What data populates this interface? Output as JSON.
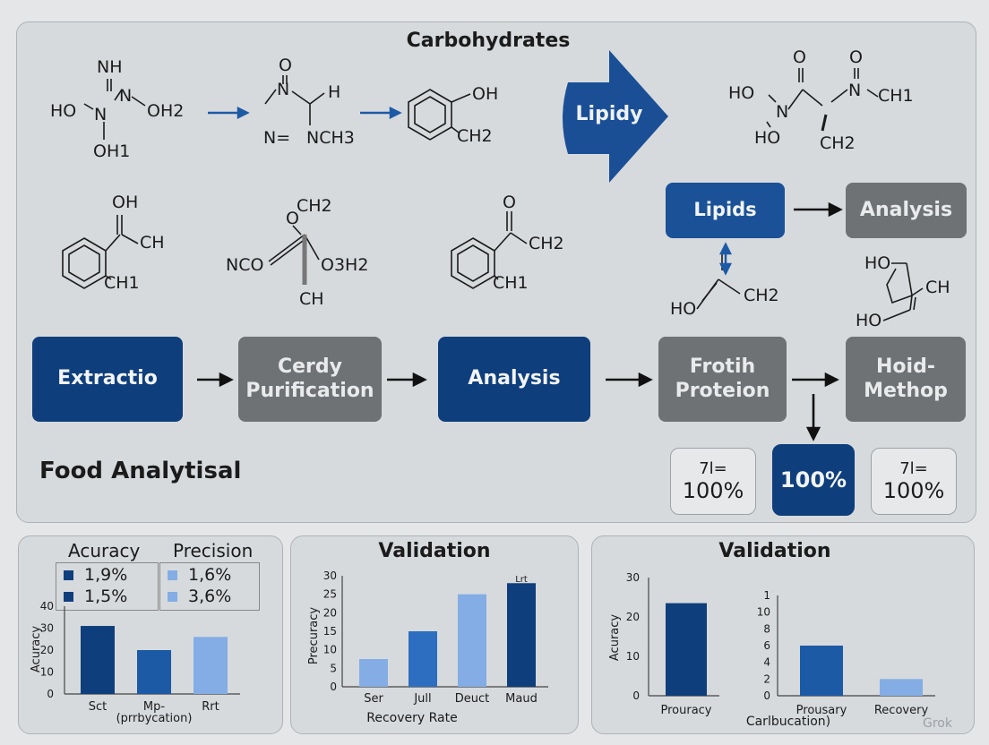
{
  "main": {
    "title": "Carbohydrates",
    "arrow_label": "Lipidy",
    "footer_title": "Food Analytisal",
    "molecules": {
      "m1": [
        "NH",
        "N",
        "HO",
        "N",
        "OH2",
        "OH1"
      ],
      "m2": [
        "O",
        "N",
        "H",
        "N=",
        "NCH3"
      ],
      "m3": [
        "OH",
        "CH2"
      ],
      "m4": [
        "HO",
        "O",
        "N",
        "O",
        "N",
        "CH1",
        "HO",
        "CH2"
      ],
      "m5": [
        "OH",
        "CH",
        "CH1"
      ],
      "m6": [
        "CH2",
        "O",
        "NCO",
        "O3H2",
        "CH"
      ],
      "m7": [
        "O",
        "CH2",
        "CH1"
      ],
      "m8": [
        "HO",
        "CH2"
      ],
      "m9": [
        "HO",
        "CH",
        "HO"
      ]
    },
    "lipids_box": "Lipids",
    "analysis_box_top": "Analysis",
    "flow": [
      {
        "line1": "Extractio",
        "line2": ""
      },
      {
        "line1": "Cerdy",
        "line2": "Purification"
      },
      {
        "line1": "Analysis",
        "line2": ""
      },
      {
        "line1": "Frotih",
        "line2": "Proteion"
      },
      {
        "line1": "Hoid-",
        "line2": "Methop"
      }
    ],
    "percent_boxes": [
      {
        "small": "7l=",
        "big": "100%"
      },
      {
        "small": "",
        "big": "100%"
      },
      {
        "small": "7l=",
        "big": "100%"
      }
    ]
  },
  "chart_data": [
    {
      "type": "bar",
      "title": "",
      "ylabel": "Acuracy",
      "xlabel": "",
      "ylim": [
        0,
        40
      ],
      "yticks": [
        "0",
        "10",
        "20",
        "30",
        "40"
      ],
      "categories": [
        "Sct",
        "Mp-\n(prrbycation)",
        "Rrt"
      ],
      "tick_labels": [
        "Sct",
        "Mp-",
        "Rrt"
      ],
      "tick_sub": "(prrbycation)",
      "values": [
        31,
        20,
        26
      ],
      "colors": [
        "#0f3e7c",
        "#1d5aa6",
        "#83ade4"
      ],
      "legend": [
        {
          "group": "Acuracy",
          "items": [
            {
              "label": "1,9%",
              "color": "#0f3e7c"
            },
            {
              "label": "1,5%",
              "color": "#0f3e7c"
            }
          ]
        },
        {
          "group": "Precision",
          "items": [
            {
              "label": "1,6%",
              "color": "#83ade4"
            },
            {
              "label": "3,6%",
              "color": "#83ade4"
            }
          ]
        }
      ]
    },
    {
      "type": "bar",
      "title": "Validation",
      "ylabel": "Precuracy",
      "xlabel": "Recovery Rate",
      "ylim": [
        0,
        30
      ],
      "yticks": [
        "0",
        "5",
        "10",
        "15",
        "20",
        "25",
        "30"
      ],
      "categories": [
        "Ser",
        "Jull",
        "Deuct",
        "Maud"
      ],
      "values": [
        7.5,
        15,
        25,
        28
      ],
      "colors": [
        "#83ade4",
        "#2d6ec0",
        "#83ade4",
        "#0f3e7c"
      ],
      "annotation": "Lrt"
    },
    {
      "type": "bar",
      "title": "Validation",
      "ylabel": "Acuracy",
      "xlabel": "",
      "ylim": [
        0,
        30
      ],
      "yticks": [
        "0",
        "10",
        "20",
        "30"
      ],
      "categories": [
        "Prouracy"
      ],
      "values": [
        23.5
      ],
      "colors": [
        "#0f3e7c"
      ]
    },
    {
      "type": "bar",
      "title": "",
      "ylabel": "",
      "xlabel": "Carlbucation)",
      "ylim": [
        0,
        12
      ],
      "yticks": [
        "0",
        "2",
        "4",
        "6",
        "8",
        "10",
        "1"
      ],
      "categories": [
        "Prousary",
        "Recovery"
      ],
      "values": [
        6,
        2
      ],
      "colors": [
        "#1d5aa6",
        "#83ade4"
      ]
    }
  ],
  "watermark": "Grok"
}
